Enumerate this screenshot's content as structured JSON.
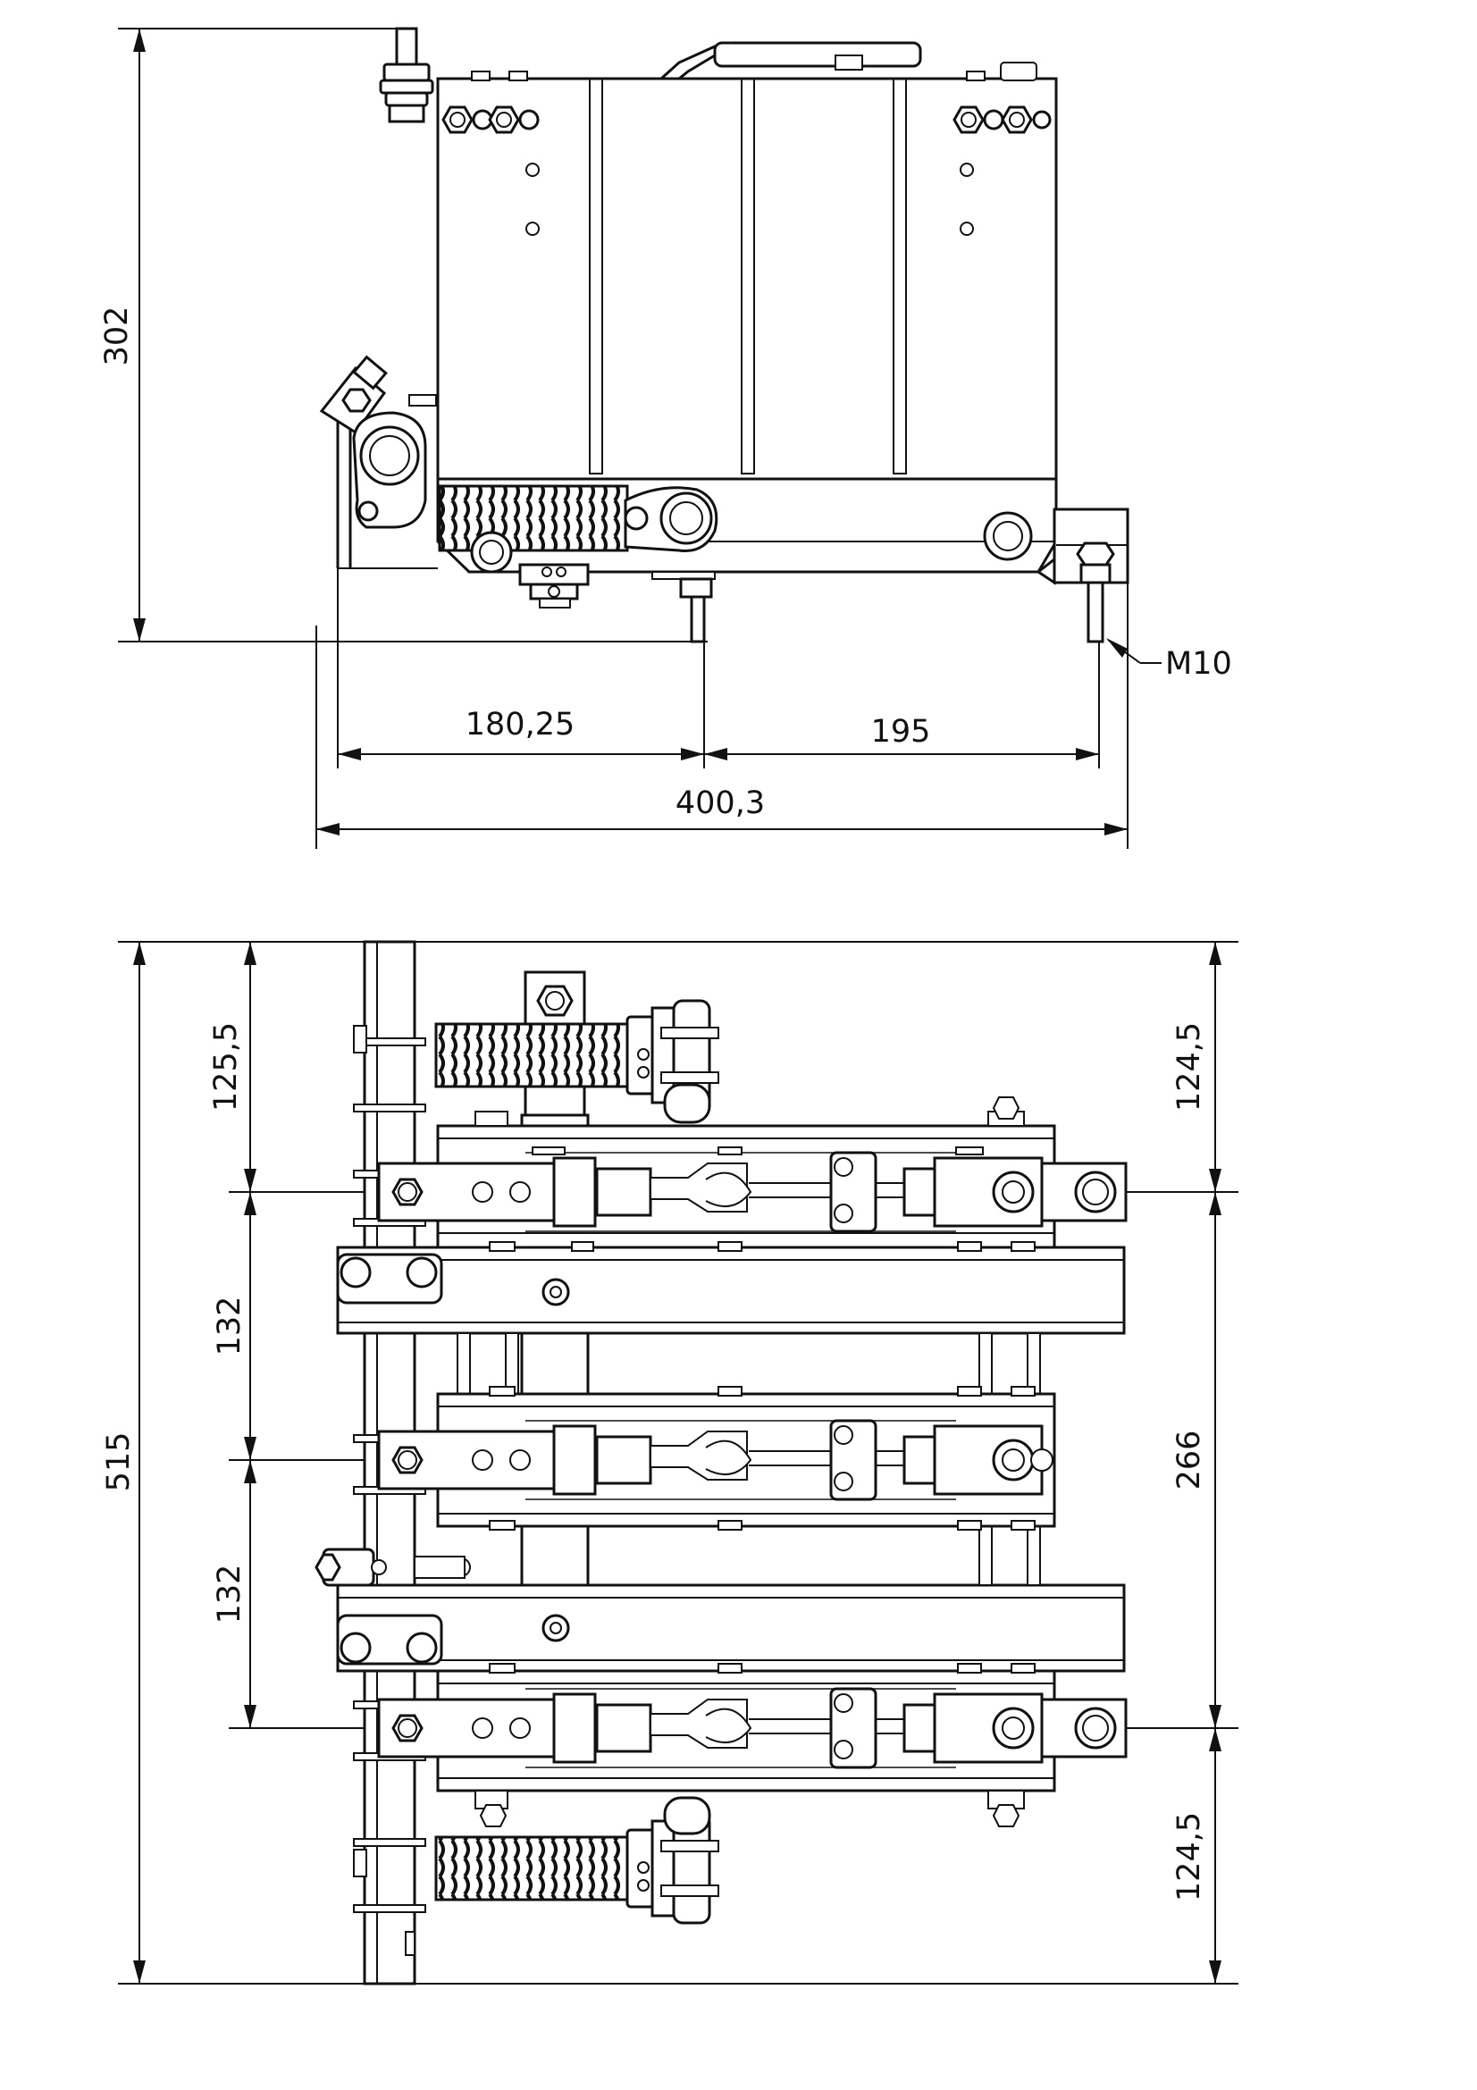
{
  "side_view": {
    "height_dim": "302",
    "left_width_dim": "180,25",
    "right_width_dim": "195",
    "overall_width_dim": "400,3",
    "thread_label": "M10"
  },
  "top_view": {
    "overall_height_dim": "515",
    "top_left_dim": "125,5",
    "pitch_dim_1": "132",
    "pitch_dim_2": "132",
    "top_right_dim": "124,5",
    "middle_right_dim": "266",
    "bottom_right_dim": "124,5"
  }
}
